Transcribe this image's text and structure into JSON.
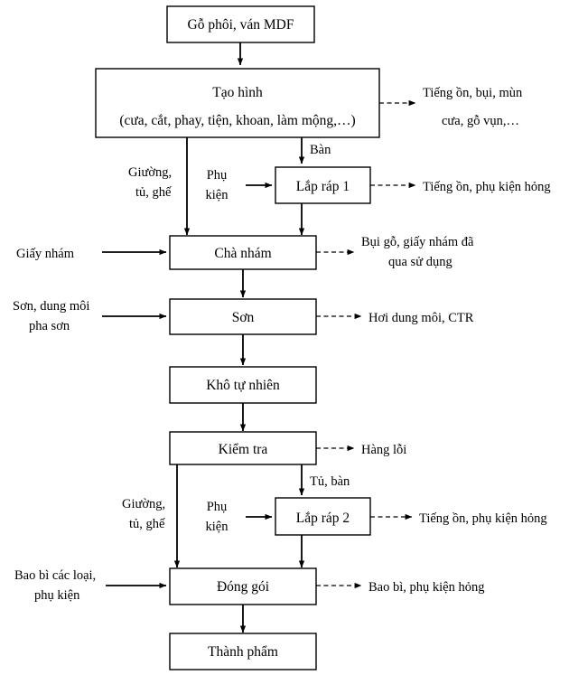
{
  "diagram": {
    "title": "Quy trinh san xuat do go",
    "type": "process-flowchart",
    "language": "vi",
    "colors": {
      "background": "#ffffff",
      "stroke": "#000000",
      "box_fill": "#ffffff"
    },
    "nodes": [
      {
        "id": "raw",
        "label": "Gỗ phôi, ván MDF"
      },
      {
        "id": "shaping",
        "label_line1": "Tạo hình",
        "label_line2": "(cưa, cắt, phay, tiện, khoan, làm mộng,…)"
      },
      {
        "id": "assembly1",
        "label": "Lắp ráp 1"
      },
      {
        "id": "sanding",
        "label": "Chà nhám"
      },
      {
        "id": "painting",
        "label": "Sơn"
      },
      {
        "id": "drying",
        "label": "Khô tự nhiên"
      },
      {
        "id": "inspection",
        "label": "Kiểm tra"
      },
      {
        "id": "assembly2",
        "label": "Lắp ráp 2"
      },
      {
        "id": "packing",
        "label": "Đóng gói"
      },
      {
        "id": "product",
        "label": "Thành phẩm"
      }
    ],
    "inputs": [
      {
        "id": "in-accessories-1",
        "label_line1": "Phụ",
        "label_line2": "kiện",
        "target": "assembly1"
      },
      {
        "id": "in-sandpaper",
        "label_line1": "Giấy nhám",
        "label_line2": "",
        "target": "sanding"
      },
      {
        "id": "in-paint",
        "label_line1": "Sơn, dung môi",
        "label_line2": "pha sơn",
        "target": "painting"
      },
      {
        "id": "in-accessories-2",
        "label_line1": "Phụ",
        "label_line2": "kiện",
        "target": "assembly2"
      },
      {
        "id": "in-packaging",
        "label_line1": "Bao bì các loại,",
        "label_line2": "phụ kiện",
        "target": "packing"
      }
    ],
    "outputs": [
      {
        "id": "out-shaping",
        "label_line1": "Tiếng ồn, bụi, mùn",
        "label_line2": "cưa, gỗ vụn,…",
        "source": "shaping"
      },
      {
        "id": "out-assembly1",
        "label_line1": "Tiếng ồn, phụ kiện hỏng",
        "label_line2": "",
        "source": "assembly1"
      },
      {
        "id": "out-sanding",
        "label_line1": "Bụi gỗ, giấy nhám đã",
        "label_line2": "qua sử dụng",
        "source": "sanding"
      },
      {
        "id": "out-painting",
        "label_line1": "Hơi dung môi, CTR",
        "label_line2": "",
        "source": "painting"
      },
      {
        "id": "out-inspection",
        "label_line1": "Hàng lỗi",
        "label_line2": "",
        "source": "inspection"
      },
      {
        "id": "out-assembly2",
        "label_line1": "Tiếng ồn, phụ kiện hỏng",
        "label_line2": "",
        "source": "assembly2"
      },
      {
        "id": "out-packing",
        "label_line1": "Bao bì, phụ kiện hỏng",
        "label_line2": "",
        "source": "packing"
      }
    ],
    "flow_labels": [
      {
        "id": "flow-ban",
        "label": "Bàn"
      },
      {
        "id": "flow-furniture1",
        "label_line1": "Giường,",
        "label_line2": "tủ, ghế"
      },
      {
        "id": "flow-tuban",
        "label": "Tủ, bàn"
      },
      {
        "id": "flow-furniture2",
        "label_line1": "Giường,",
        "label_line2": "tủ, ghế"
      }
    ]
  }
}
